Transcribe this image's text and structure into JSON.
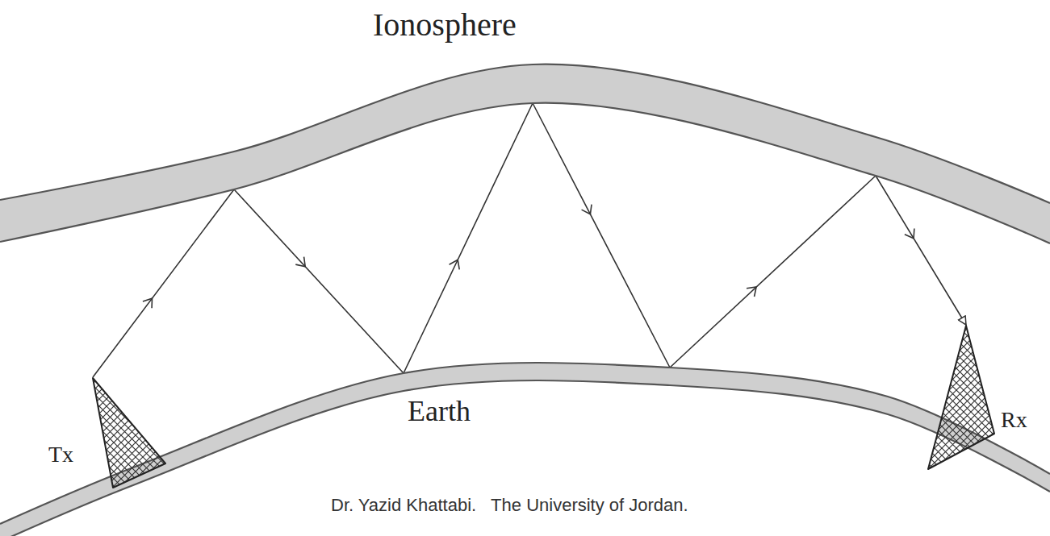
{
  "diagram": {
    "nodes": [
      {
        "text": [
          "Ionosphere"
        ]
      },
      {
        "text": [
          "Earth"
        ]
      },
      {
        "text": [
          "Tx"
        ]
      },
      {
        "text": [
          "Rx"
        ]
      }
    ],
    "edges": [
      {
        "from": 2,
        "to": 3,
        "arrow": "to"
      }
    ],
    "labels": [
      "Dr. Yazid Khattabi.   The University of Jordan."
    ]
  }
}
